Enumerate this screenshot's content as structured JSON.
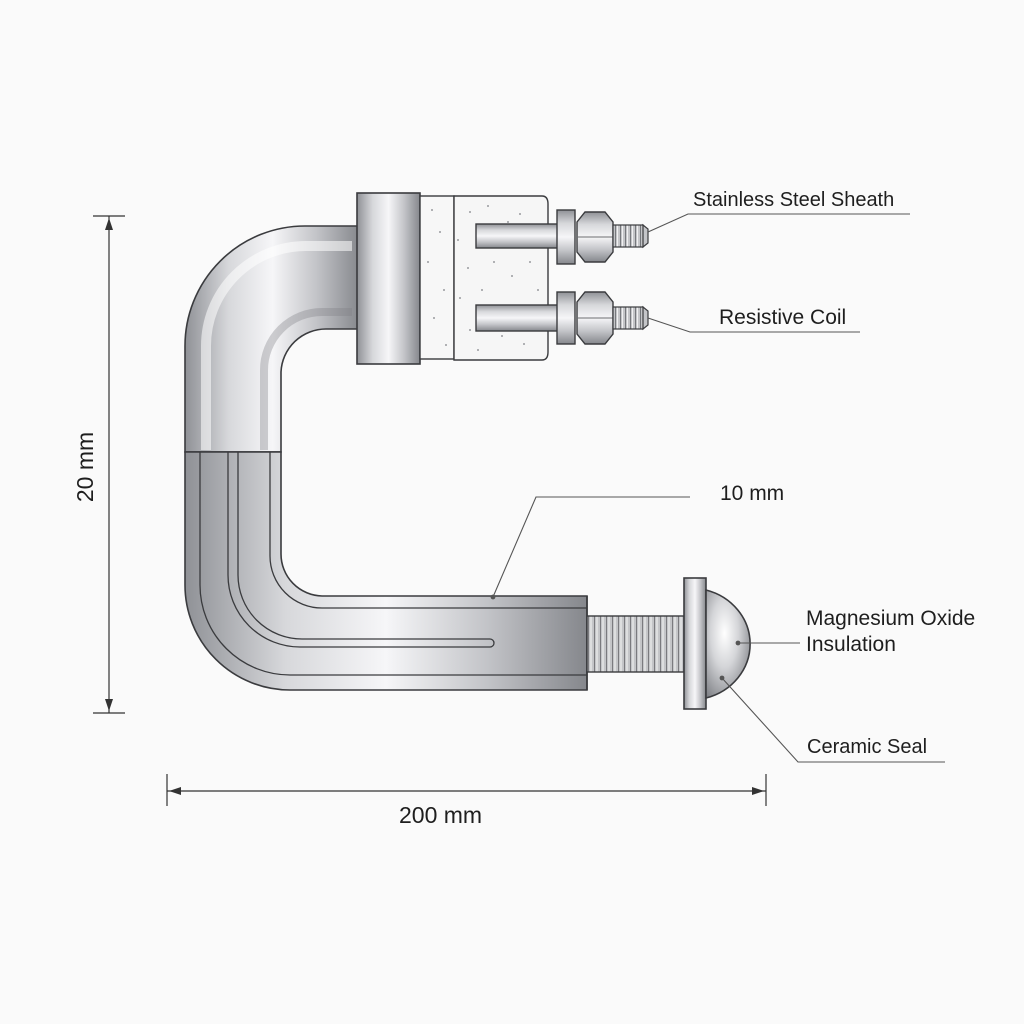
{
  "diagram": {
    "labels": {
      "stainless_steel_sheath": "Stainless Steel Sheath",
      "resistive_coil": "Resistive Coil",
      "thickness": "10 mm",
      "magnesium_oxide_insulation_line1": "Magnesium Oxide",
      "magnesium_oxide_insulation_line2": "Insulation",
      "ceramic_seal": "Ceramic Seal",
      "width_dimension": "200 mm",
      "height_dimension": "20 mm"
    },
    "colors": {
      "background": "#fafafa",
      "metal_light": "#f4f4f6",
      "metal_mid": "#c9cacd",
      "metal_dark": "#8d8f94",
      "outline": "#3a3b3e",
      "leader_line": "#555555",
      "insulation_fill": "#f6f6f6"
    }
  }
}
